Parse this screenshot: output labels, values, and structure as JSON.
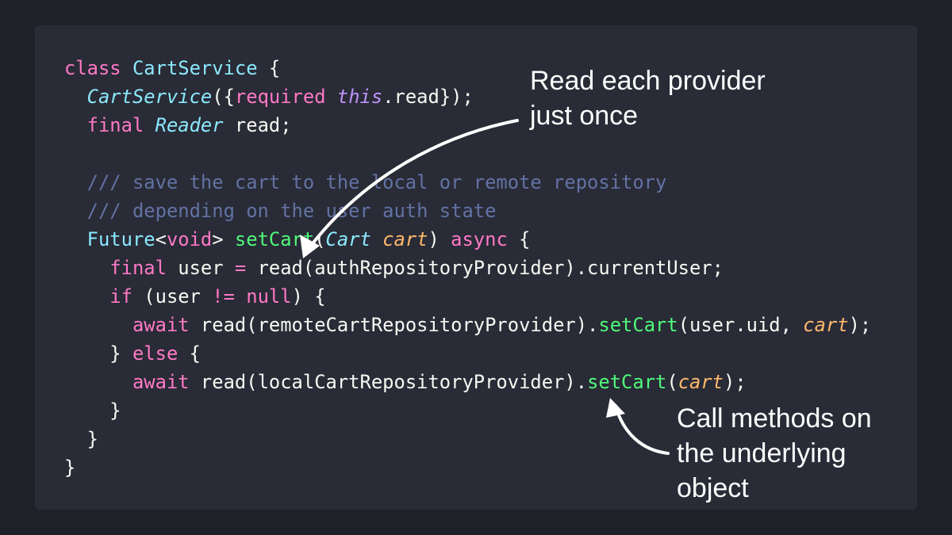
{
  "code": {
    "lines": [
      [
        {
          "t": "class ",
          "c": "kw"
        },
        {
          "t": "CartService",
          "c": "cls"
        },
        {
          "t": " {",
          "c": "pl"
        }
      ],
      [
        {
          "t": "  ",
          "c": "pl"
        },
        {
          "t": "CartService",
          "c": "clsi"
        },
        {
          "t": "({",
          "c": "pl"
        },
        {
          "t": "required",
          "c": "kw"
        },
        {
          "t": " ",
          "c": "pl"
        },
        {
          "t": "this",
          "c": "thisk"
        },
        {
          "t": ".read});",
          "c": "pl"
        }
      ],
      [
        {
          "t": "  ",
          "c": "pl"
        },
        {
          "t": "final",
          "c": "kw"
        },
        {
          "t": " ",
          "c": "pl"
        },
        {
          "t": "Reader",
          "c": "clsi"
        },
        {
          "t": " read;",
          "c": "pl"
        }
      ],
      [],
      [
        {
          "t": "  /// save the cart to the local or remote repository",
          "c": "cmt"
        }
      ],
      [
        {
          "t": "  /// depending on the user auth state",
          "c": "cmt"
        }
      ],
      [
        {
          "t": "  ",
          "c": "pl"
        },
        {
          "t": "Future",
          "c": "cls"
        },
        {
          "t": "<",
          "c": "pl"
        },
        {
          "t": "void",
          "c": "kw"
        },
        {
          "t": "> ",
          "c": "pl"
        },
        {
          "t": "setCart",
          "c": "fn"
        },
        {
          "t": "(",
          "c": "pl"
        },
        {
          "t": "Cart",
          "c": "clsi"
        },
        {
          "t": " ",
          "c": "pl"
        },
        {
          "t": "cart",
          "c": "param"
        },
        {
          "t": ") ",
          "c": "pl"
        },
        {
          "t": "async",
          "c": "kw"
        },
        {
          "t": " {",
          "c": "pl"
        }
      ],
      [
        {
          "t": "    ",
          "c": "pl"
        },
        {
          "t": "final",
          "c": "kw"
        },
        {
          "t": " user ",
          "c": "pl"
        },
        {
          "t": "=",
          "c": "kw"
        },
        {
          "t": " read(authRepositoryProvider).currentUser;",
          "c": "pl"
        }
      ],
      [
        {
          "t": "    ",
          "c": "pl"
        },
        {
          "t": "if",
          "c": "kw"
        },
        {
          "t": " (user ",
          "c": "pl"
        },
        {
          "t": "!=",
          "c": "kw"
        },
        {
          "t": " ",
          "c": "pl"
        },
        {
          "t": "null",
          "c": "kw"
        },
        {
          "t": ") {",
          "c": "pl"
        }
      ],
      [
        {
          "t": "      ",
          "c": "pl"
        },
        {
          "t": "await",
          "c": "kw"
        },
        {
          "t": " read(remoteCartRepositoryProvider).",
          "c": "pl"
        },
        {
          "t": "setCart",
          "c": "fn"
        },
        {
          "t": "(user.uid, ",
          "c": "pl"
        },
        {
          "t": "cart",
          "c": "param"
        },
        {
          "t": ");",
          "c": "pl"
        }
      ],
      [
        {
          "t": "    } ",
          "c": "pl"
        },
        {
          "t": "else",
          "c": "kw"
        },
        {
          "t": " {",
          "c": "pl"
        }
      ],
      [
        {
          "t": "      ",
          "c": "pl"
        },
        {
          "t": "await",
          "c": "kw"
        },
        {
          "t": " read(localCartRepositoryProvider).",
          "c": "pl"
        },
        {
          "t": "setCart",
          "c": "fn"
        },
        {
          "t": "(",
          "c": "pl"
        },
        {
          "t": "cart",
          "c": "param"
        },
        {
          "t": ");",
          "c": "pl"
        }
      ],
      [
        {
          "t": "    }",
          "c": "pl"
        }
      ],
      [
        {
          "t": "  }",
          "c": "pl"
        }
      ],
      [
        {
          "t": "}",
          "c": "pl"
        }
      ]
    ]
  },
  "annotations": {
    "top": {
      "line1": "Read each provider",
      "line2": "just once"
    },
    "bottom": {
      "line1": "Call methods on",
      "line2": "the underlying",
      "line3": "object"
    }
  },
  "colors": {
    "background": "#1f2129",
    "panel": "#292b36",
    "keyword": "#ff79c6",
    "class": "#8be9fd",
    "function": "#50fa7b",
    "parameter": "#ffb86c",
    "comment": "#6272a4",
    "this_keyword": "#bd93f9",
    "text": "#f8f8f2",
    "annotation": "#ffffff"
  }
}
